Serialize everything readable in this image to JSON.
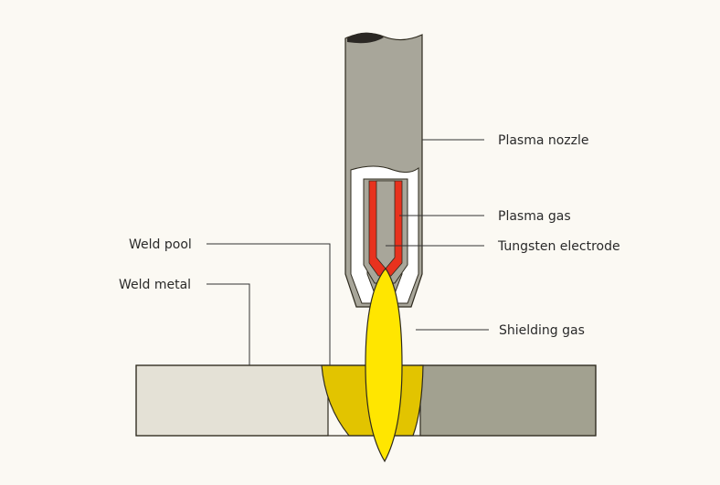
{
  "diagram": {
    "title": "Plasma arc welding",
    "labels": {
      "plasma_nozzle": "Plasma nozzle",
      "plasma_gas": "Plasma gas",
      "tungsten_electrode": "Tungsten electrode",
      "shielding_gas": "Shielding gas",
      "weld_pool": "Weld pool",
      "weld_metal": "Weld metal"
    },
    "colors": {
      "background": "#fbf9f3",
      "nozzle": "#a8a69a",
      "plasma_gas": "#e8321e",
      "arc": "#ffe600",
      "weld_pool": "#e2c400",
      "weld_metal": "#e4e1d6",
      "base_metal": "#a2a190",
      "outline": "#2e2a1e"
    }
  }
}
